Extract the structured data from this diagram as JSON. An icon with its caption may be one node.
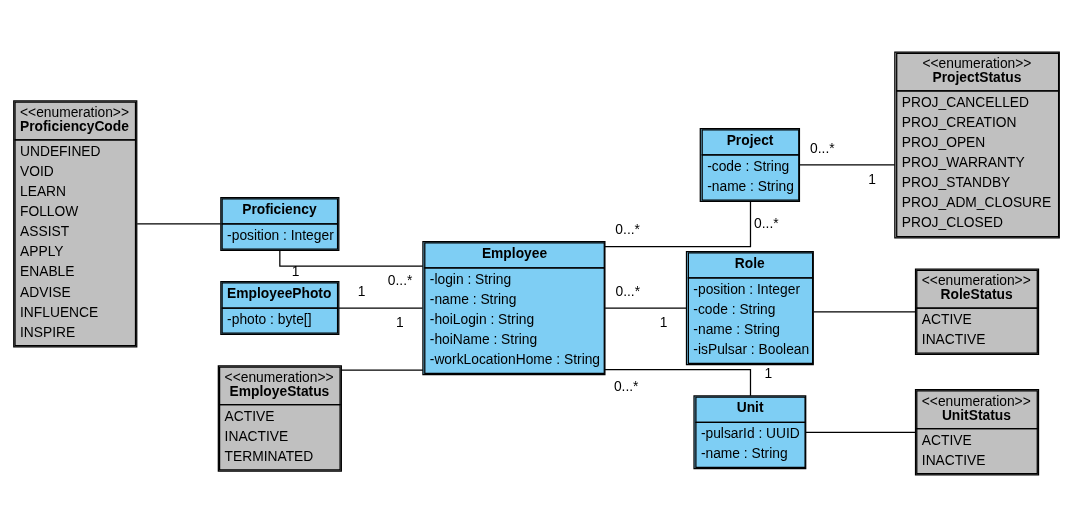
{
  "diagram": {
    "nodes": [
      {
        "text": [
          "<<enumeration>>",
          "ProficiencyCode",
          "UNDEFINED",
          "VOID",
          "LEARN",
          "FOLLOW",
          "ASSIST",
          "APPLY",
          "ENABLE",
          "ADVISE",
          "INFLUENCE",
          "INSPIRE"
        ]
      },
      {
        "text": [
          "EmployeePhoto",
          "-photo : byte[]"
        ]
      },
      {
        "text": [
          "<<enumeration>>",
          "EmployeStatus",
          "ACTIVE",
          "INACTIVE",
          "TERMINATED"
        ]
      },
      {
        "text": [
          "Project",
          "-code : String",
          "-name : String"
        ]
      },
      {
        "text": [
          "<<enumeration>>",
          "ProjectStatus",
          "PROJ_CANCELLED",
          "PROJ_CREATION",
          "PROJ_OPEN",
          "PROJ_WARRANTY",
          "PROJ_STANDBY",
          "PROJ_ADM_CLOSURE",
          "PROJ_CLOSED"
        ]
      },
      {
        "text": [
          "Role",
          "-position : Integer",
          "-code : String",
          "-name : String",
          "-isPulsar : Boolean"
        ]
      },
      {
        "text": [
          "<<enumeration>>",
          "RoleStatus",
          "ACTIVE",
          "INACTIVE"
        ]
      },
      {
        "text": [
          "Employee",
          "-login : String",
          "-name : String",
          "-hoiLogin : String",
          "-hoiName : String",
          "-workLocationHome : String"
        ]
      },
      {
        "text": [
          "Proficiency",
          "-position : Integer"
        ]
      },
      {
        "text": [
          "Unit",
          "-pulsarId : UUID",
          "-name : String"
        ]
      },
      {
        "text": [
          "<<enumeration>>",
          "UnitStatus",
          "ACTIVE",
          "INACTIVE"
        ]
      }
    ],
    "edges": [
      {
        "from": 0,
        "to": 8,
        "arrow": "none"
      },
      {
        "from": 1,
        "to": 7,
        "arrow": "none"
      },
      {
        "from": 2,
        "to": 7,
        "arrow": "none"
      },
      {
        "from": 8,
        "to": 7,
        "arrow": "none"
      },
      {
        "from": 7,
        "to": 3,
        "arrow": "none"
      },
      {
        "from": 3,
        "to": 4,
        "arrow": "none"
      },
      {
        "from": 7,
        "to": 5,
        "arrow": "none"
      },
      {
        "from": 5,
        "to": 6,
        "arrow": "none"
      },
      {
        "from": 7,
        "to": 9,
        "arrow": "none"
      },
      {
        "from": 9,
        "to": 10,
        "arrow": "none"
      }
    ],
    "labels": [
      "1",
      "0...*",
      "1",
      "0...*",
      "0...*",
      "1",
      "1",
      "0...*",
      "1",
      "0...*",
      "1",
      "0...*"
    ]
  }
}
